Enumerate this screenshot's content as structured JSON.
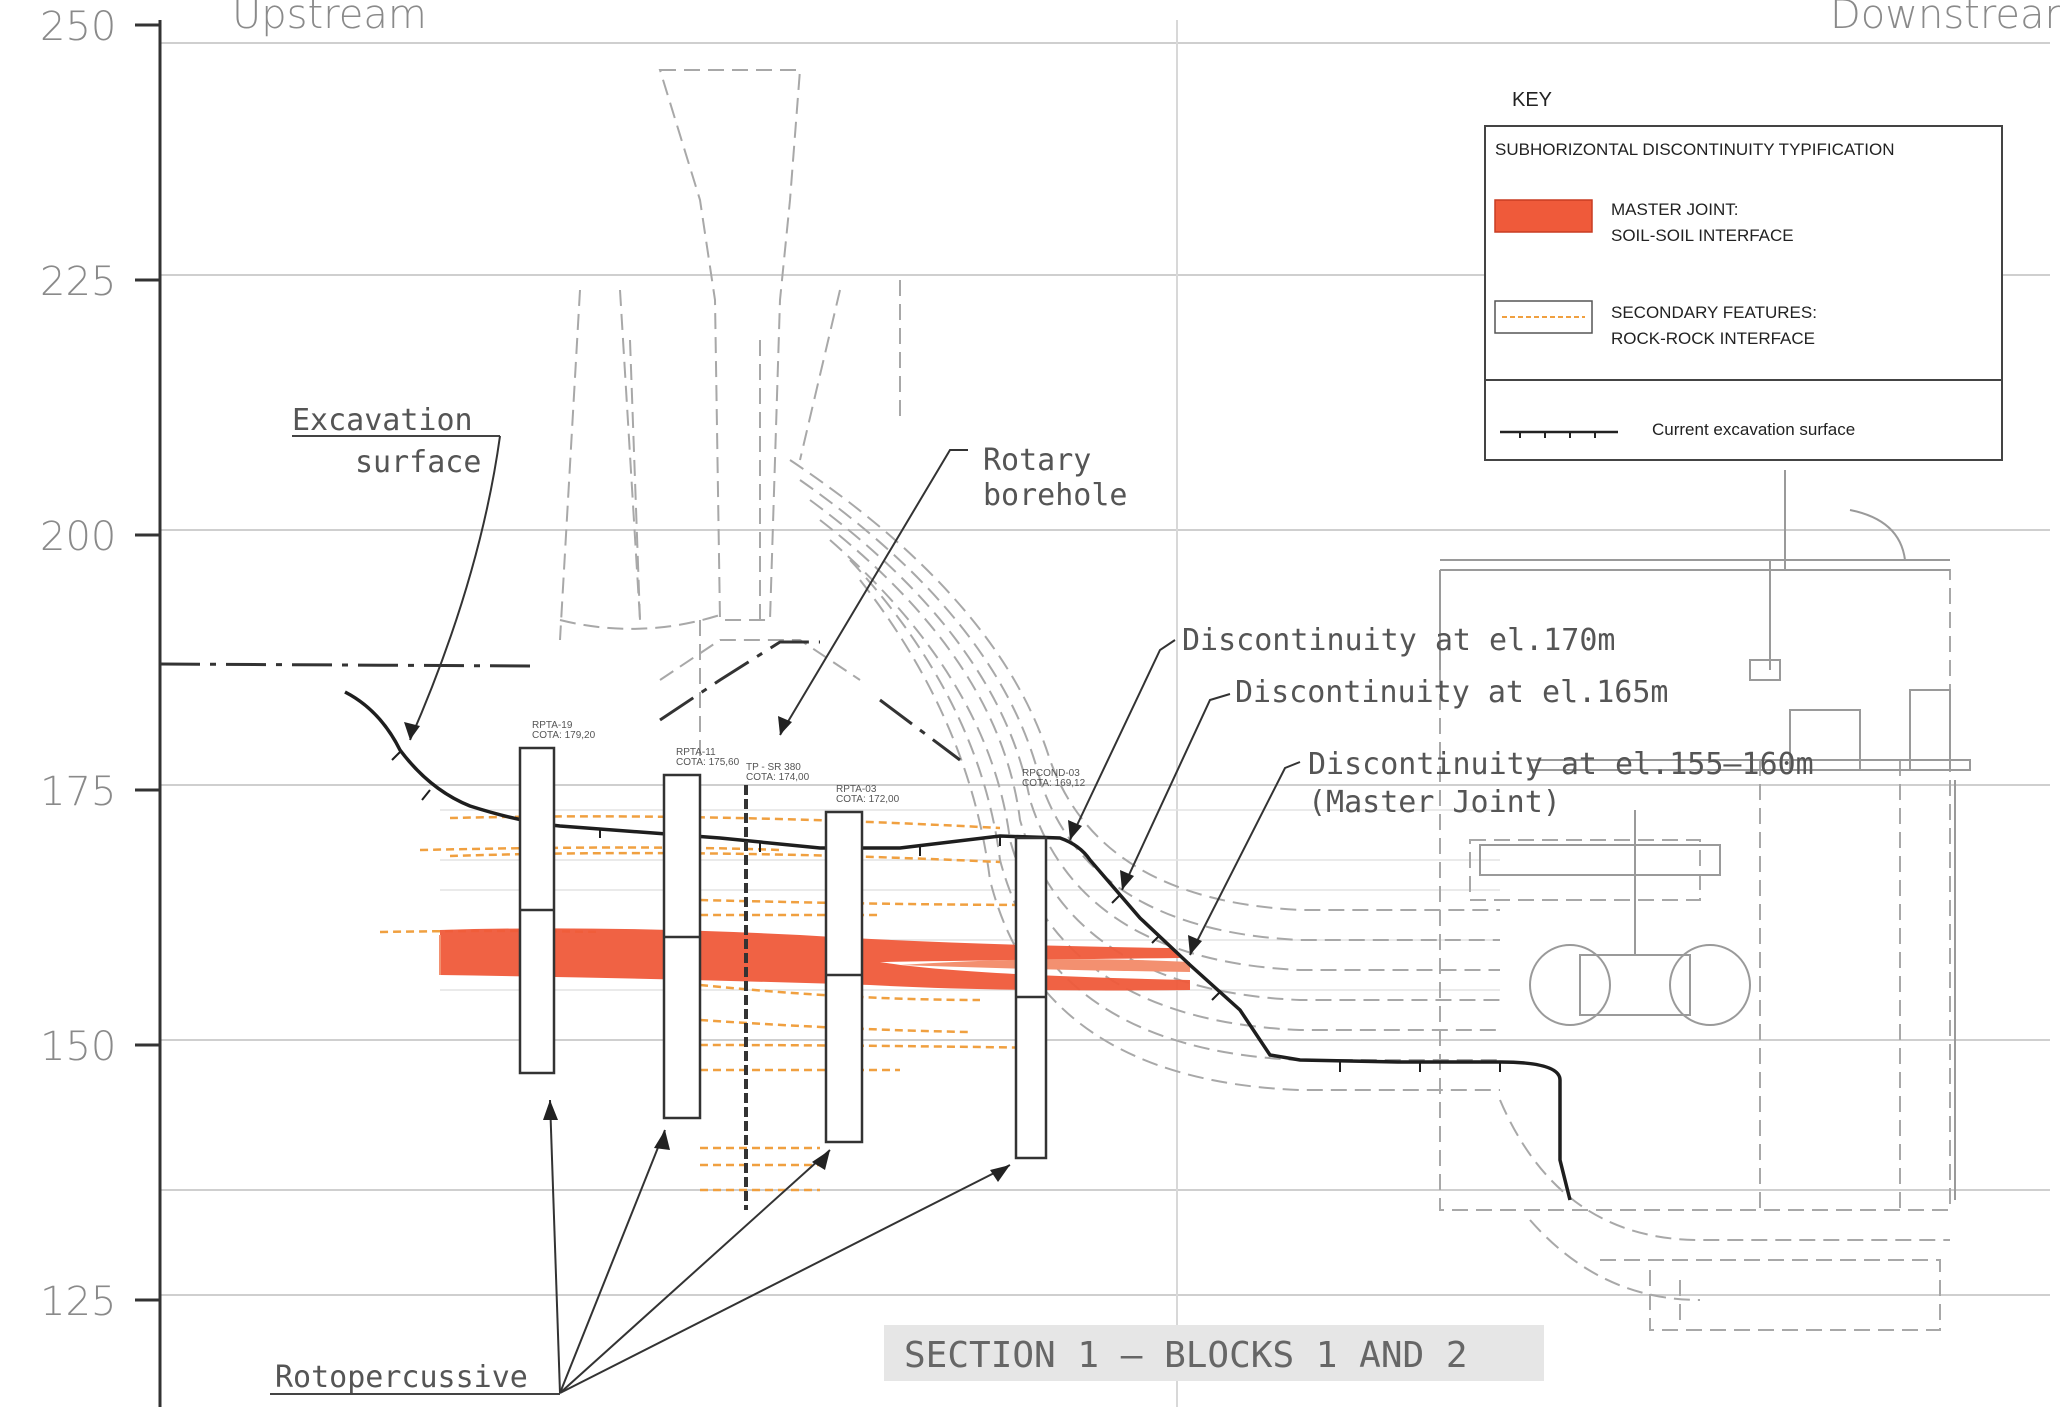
{
  "axis": {
    "ticks": [
      "250",
      "225",
      "200",
      "175",
      "150",
      "125"
    ],
    "upstream": "Upstream",
    "downstream": "Downstream"
  },
  "annotations": {
    "excavation_surface_line1": "Excavation",
    "excavation_surface_line2": "surface",
    "rotary_borehole_line1": "Rotary",
    "rotary_borehole_line2": "borehole",
    "disc_170": "Discontinuity at el.170m",
    "disc_165": "Discontinuity at el.165m",
    "disc_155_160": "Discontinuity at el.155–160m",
    "master_joint": "(Master Joint)",
    "rotopercussive": "Rotopercussive"
  },
  "boreholes": [
    {
      "id": "RPTA-19",
      "cota": "COTA: 179,20"
    },
    {
      "id": "RPTA-11",
      "cota": "COTA: 175,60"
    },
    {
      "id": "TP - SR 380",
      "cota": "COTA: 174,00"
    },
    {
      "id": "RPTA-03",
      "cota": "COTA: 172,00"
    },
    {
      "id": "RPCOND-03",
      "cota": "COTA: 169,12"
    }
  ],
  "key": {
    "title": "KEY",
    "header": "SUBHORIZONTAL DISCONTINUITY TYPIFICATION",
    "master_line1": "MASTER JOINT:",
    "master_line2": "SOIL-SOIL INTERFACE",
    "secondary_line1": "SECONDARY FEATURES:",
    "secondary_line2": "ROCK-ROCK INTERFACE",
    "excavation": "Current excavation surface"
  },
  "section_title": "SECTION 1 – BLOCKS 1 AND 2",
  "colors": {
    "master_joint": "#ef5a3a",
    "secondary": "#f0a040",
    "excavation_line": "#222222",
    "cad_lines": "#9a9a9a"
  }
}
